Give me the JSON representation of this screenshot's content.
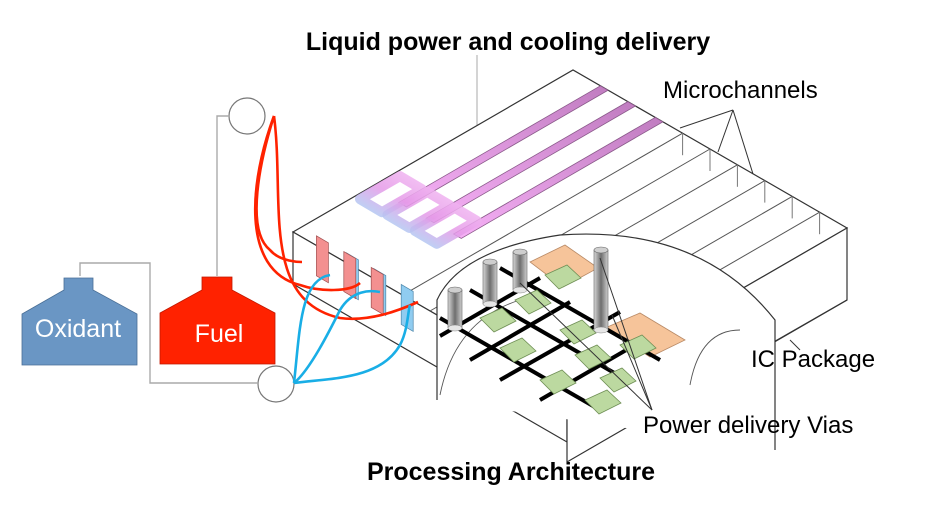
{
  "diagram": {
    "title_top": "Liquid power and cooling delivery",
    "title_bottom": "Processing Architecture",
    "labels": {
      "microchannels": "Microchannels",
      "ic_package": "IC Package",
      "power_vias": "Power delivery Vias"
    },
    "tanks": [
      {
        "id": "oxidant",
        "label": "Oxidant",
        "color": "#6a96c4"
      },
      {
        "id": "fuel",
        "label": "Fuel",
        "color": "#ff2200"
      }
    ],
    "colors": {
      "fuel_line": "#ff2200",
      "oxidant_line": "#19aee6",
      "manifold_pink": "#f0a0f0",
      "channel_purple": "#c080c0",
      "fuel_inlet": "#f39090",
      "oxidant_inlet": "#90ccf0",
      "core_green": "#bcd9a0",
      "cache_orange": "#f6c49a",
      "via_gray": "#9a9a9a"
    },
    "counts": {
      "colored_channels": 3,
      "empty_channels": 6,
      "pumps": 2
    }
  }
}
